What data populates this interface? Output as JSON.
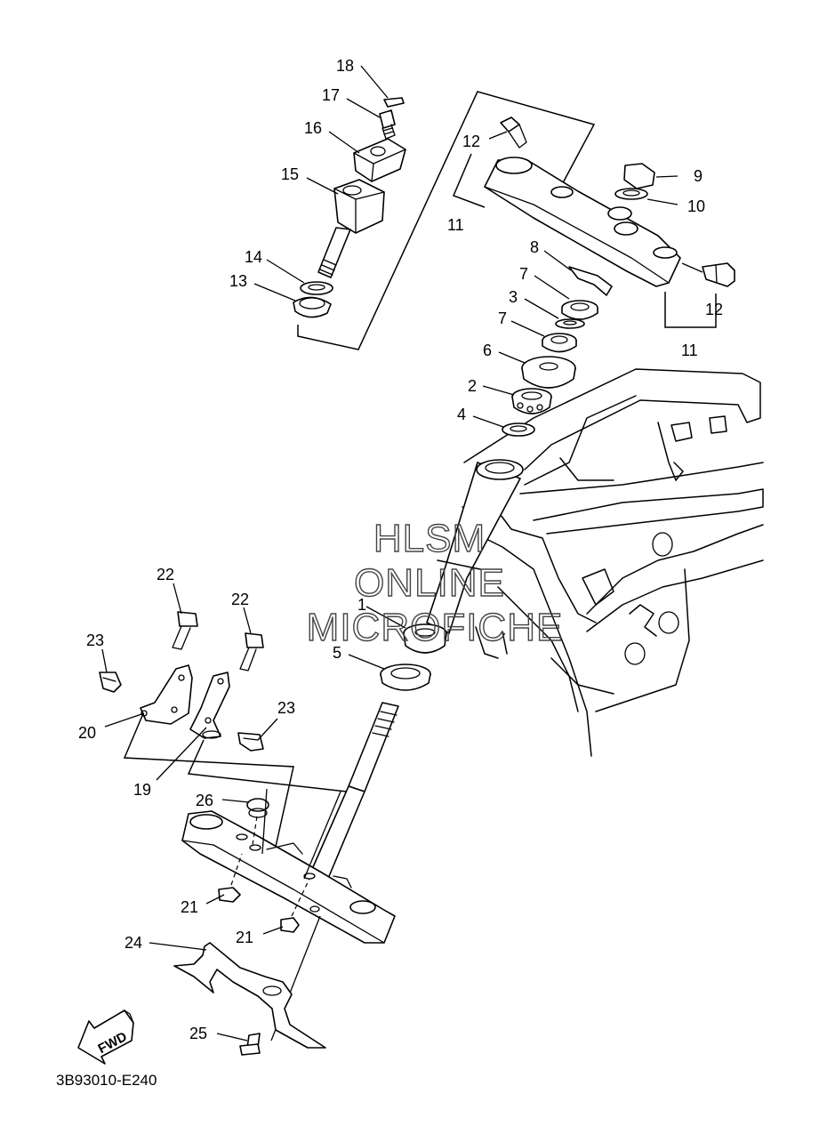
{
  "watermark": {
    "line1": "HLSM",
    "line2": "ONLINE",
    "line3": "MICROFICHE"
  },
  "diagram_code": "3B93010-E240",
  "fwd_label": "FWD",
  "callouts": [
    {
      "id": "c18",
      "label": "18"
    },
    {
      "id": "c17",
      "label": "17"
    },
    {
      "id": "c16",
      "label": "16"
    },
    {
      "id": "c15",
      "label": "15"
    },
    {
      "id": "c14",
      "label": "14"
    },
    {
      "id": "c13",
      "label": "13"
    },
    {
      "id": "c12a",
      "label": "12"
    },
    {
      "id": "c11a",
      "label": "11"
    },
    {
      "id": "c9",
      "label": "9"
    },
    {
      "id": "c10",
      "label": "10"
    },
    {
      "id": "c12b",
      "label": "12"
    },
    {
      "id": "c11b",
      "label": "11"
    },
    {
      "id": "c8",
      "label": "8"
    },
    {
      "id": "c7a",
      "label": "7"
    },
    {
      "id": "c3",
      "label": "3"
    },
    {
      "id": "c7b",
      "label": "7"
    },
    {
      "id": "c6",
      "label": "6"
    },
    {
      "id": "c2",
      "label": "2"
    },
    {
      "id": "c4",
      "label": "4"
    },
    {
      "id": "c1",
      "label": "1"
    },
    {
      "id": "c5",
      "label": "5"
    },
    {
      "id": "c22a",
      "label": "22"
    },
    {
      "id": "c22b",
      "label": "22"
    },
    {
      "id": "c23a",
      "label": "23"
    },
    {
      "id": "c23b",
      "label": "23"
    },
    {
      "id": "c20",
      "label": "20"
    },
    {
      "id": "c19",
      "label": "19"
    },
    {
      "id": "c26",
      "label": "26"
    },
    {
      "id": "c21a",
      "label": "21"
    },
    {
      "id": "c21b",
      "label": "21"
    },
    {
      "id": "c24",
      "label": "24"
    },
    {
      "id": "c25",
      "label": "25"
    }
  ]
}
